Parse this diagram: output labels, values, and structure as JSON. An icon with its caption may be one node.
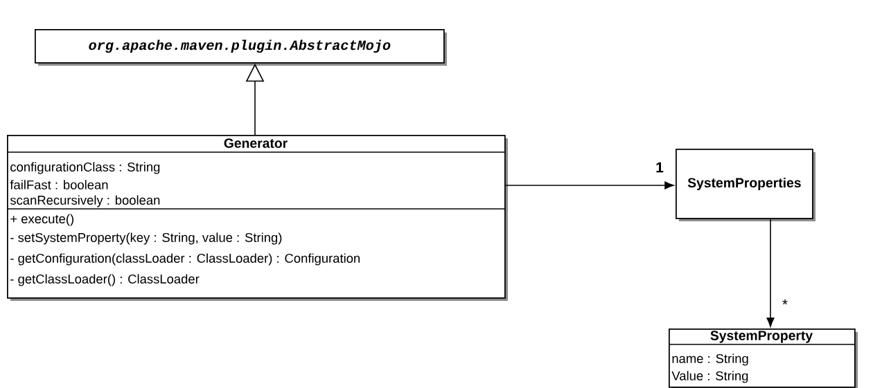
{
  "diagram": {
    "nodes": [
      {
        "text": [
          "org.apache.maven.plugin.AbstractMojo"
        ]
      },
      {
        "text": [
          "Generator",
          "configurationClass : String",
          "failFast : boolean",
          "scanRecursively : boolean",
          "+ execute()",
          "- setSystemProperty(key : String, value : String)",
          "- getConfiguration(classLoader : ClassLoader) : Configuration",
          "- getClassLoader() : ClassLoader"
        ]
      },
      {
        "text": [
          "SystemProperties"
        ]
      },
      {
        "text": [
          "SystemProperty",
          "name : String",
          "Value : String"
        ]
      }
    ],
    "edges": [
      {
        "from": 1,
        "to": 0,
        "arrow": "to"
      },
      {
        "from": 1,
        "to": 2,
        "arrow": "to",
        "label": "1"
      },
      {
        "from": 2,
        "to": 3,
        "arrow": "to",
        "label": "*"
      }
    ]
  }
}
